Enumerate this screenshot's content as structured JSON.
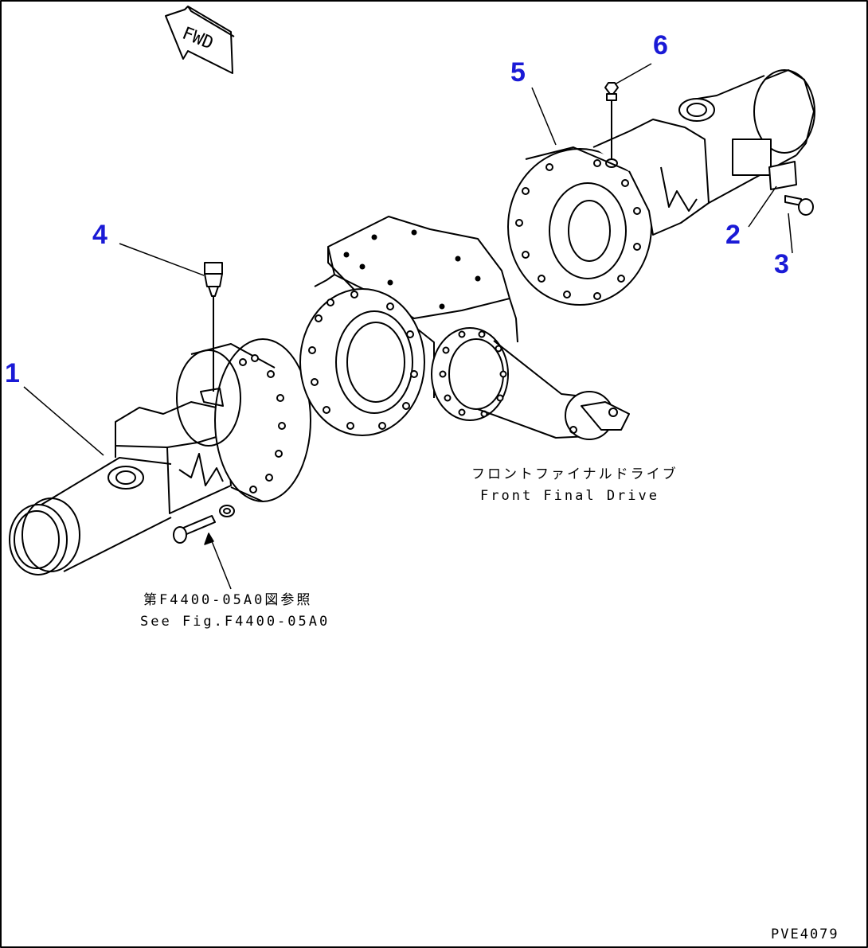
{
  "fwd": {
    "label": "FWD"
  },
  "callouts": [
    "1",
    "2",
    "3",
    "4",
    "5",
    "6"
  ],
  "front_final_drive": {
    "jp": "フロントファイナルドライブ",
    "en": "Front Final Drive"
  },
  "see_fig": {
    "jp": "第F4400-05A0図参照",
    "en": "See Fig.F4400-05A0"
  },
  "figure_code": "PVE4079",
  "colors": {
    "callout": "#1a1ad6",
    "line": "#000000",
    "frame": "#000000"
  }
}
